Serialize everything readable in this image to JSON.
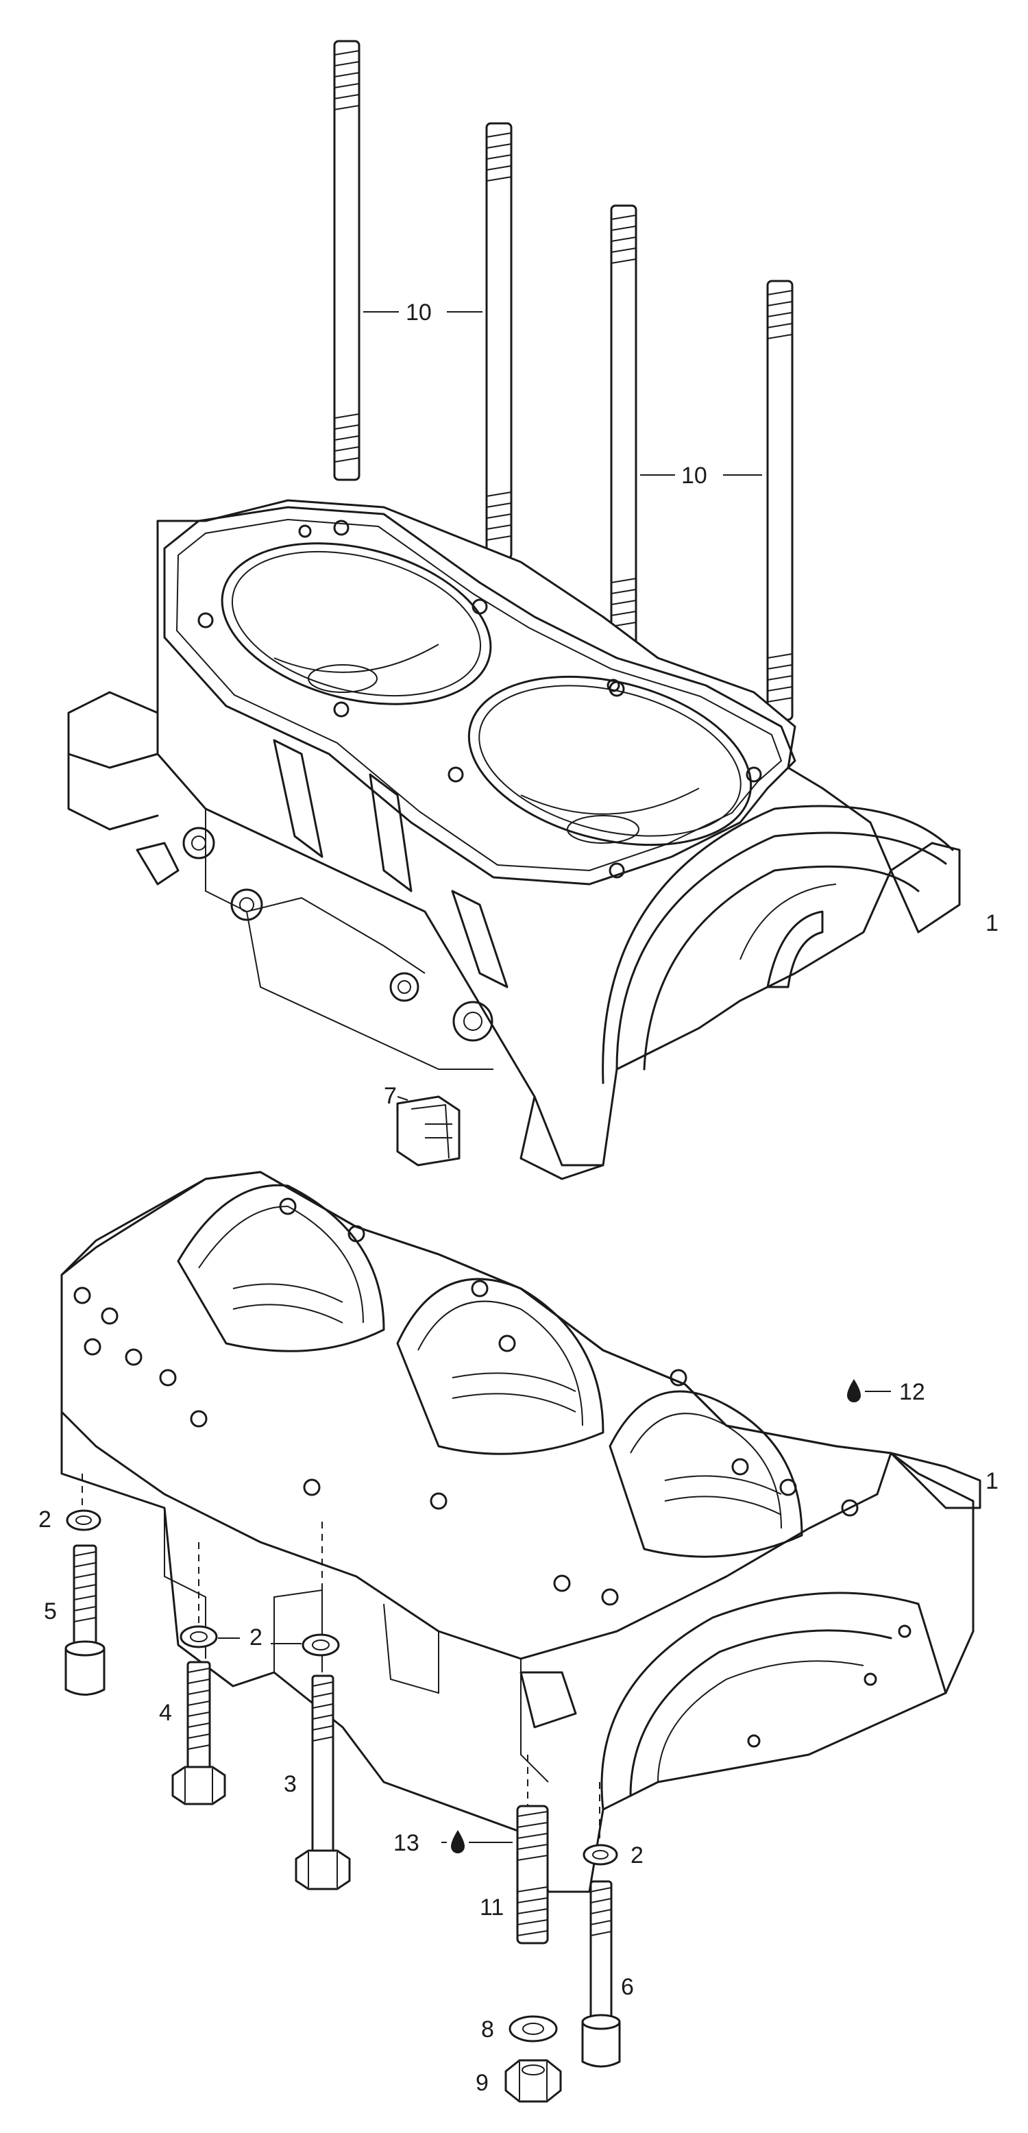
{
  "callouts": {
    "c1_upper": "1",
    "c1_lower": "1",
    "c2_left": "2",
    "c2_mid": "2",
    "c2_right": "2",
    "c3": "3",
    "c4": "4",
    "c5": "5",
    "c6": "6",
    "c7": "7",
    "c8": "8",
    "c9": "9",
    "c10_left": "10",
    "c10_right": "10",
    "c11": "11",
    "c12": "12",
    "c13": "13"
  },
  "colors": {
    "line": "#1a1a1a",
    "background": "#ffffff"
  },
  "icons": {
    "lubricant": "oil-drop-icon"
  }
}
